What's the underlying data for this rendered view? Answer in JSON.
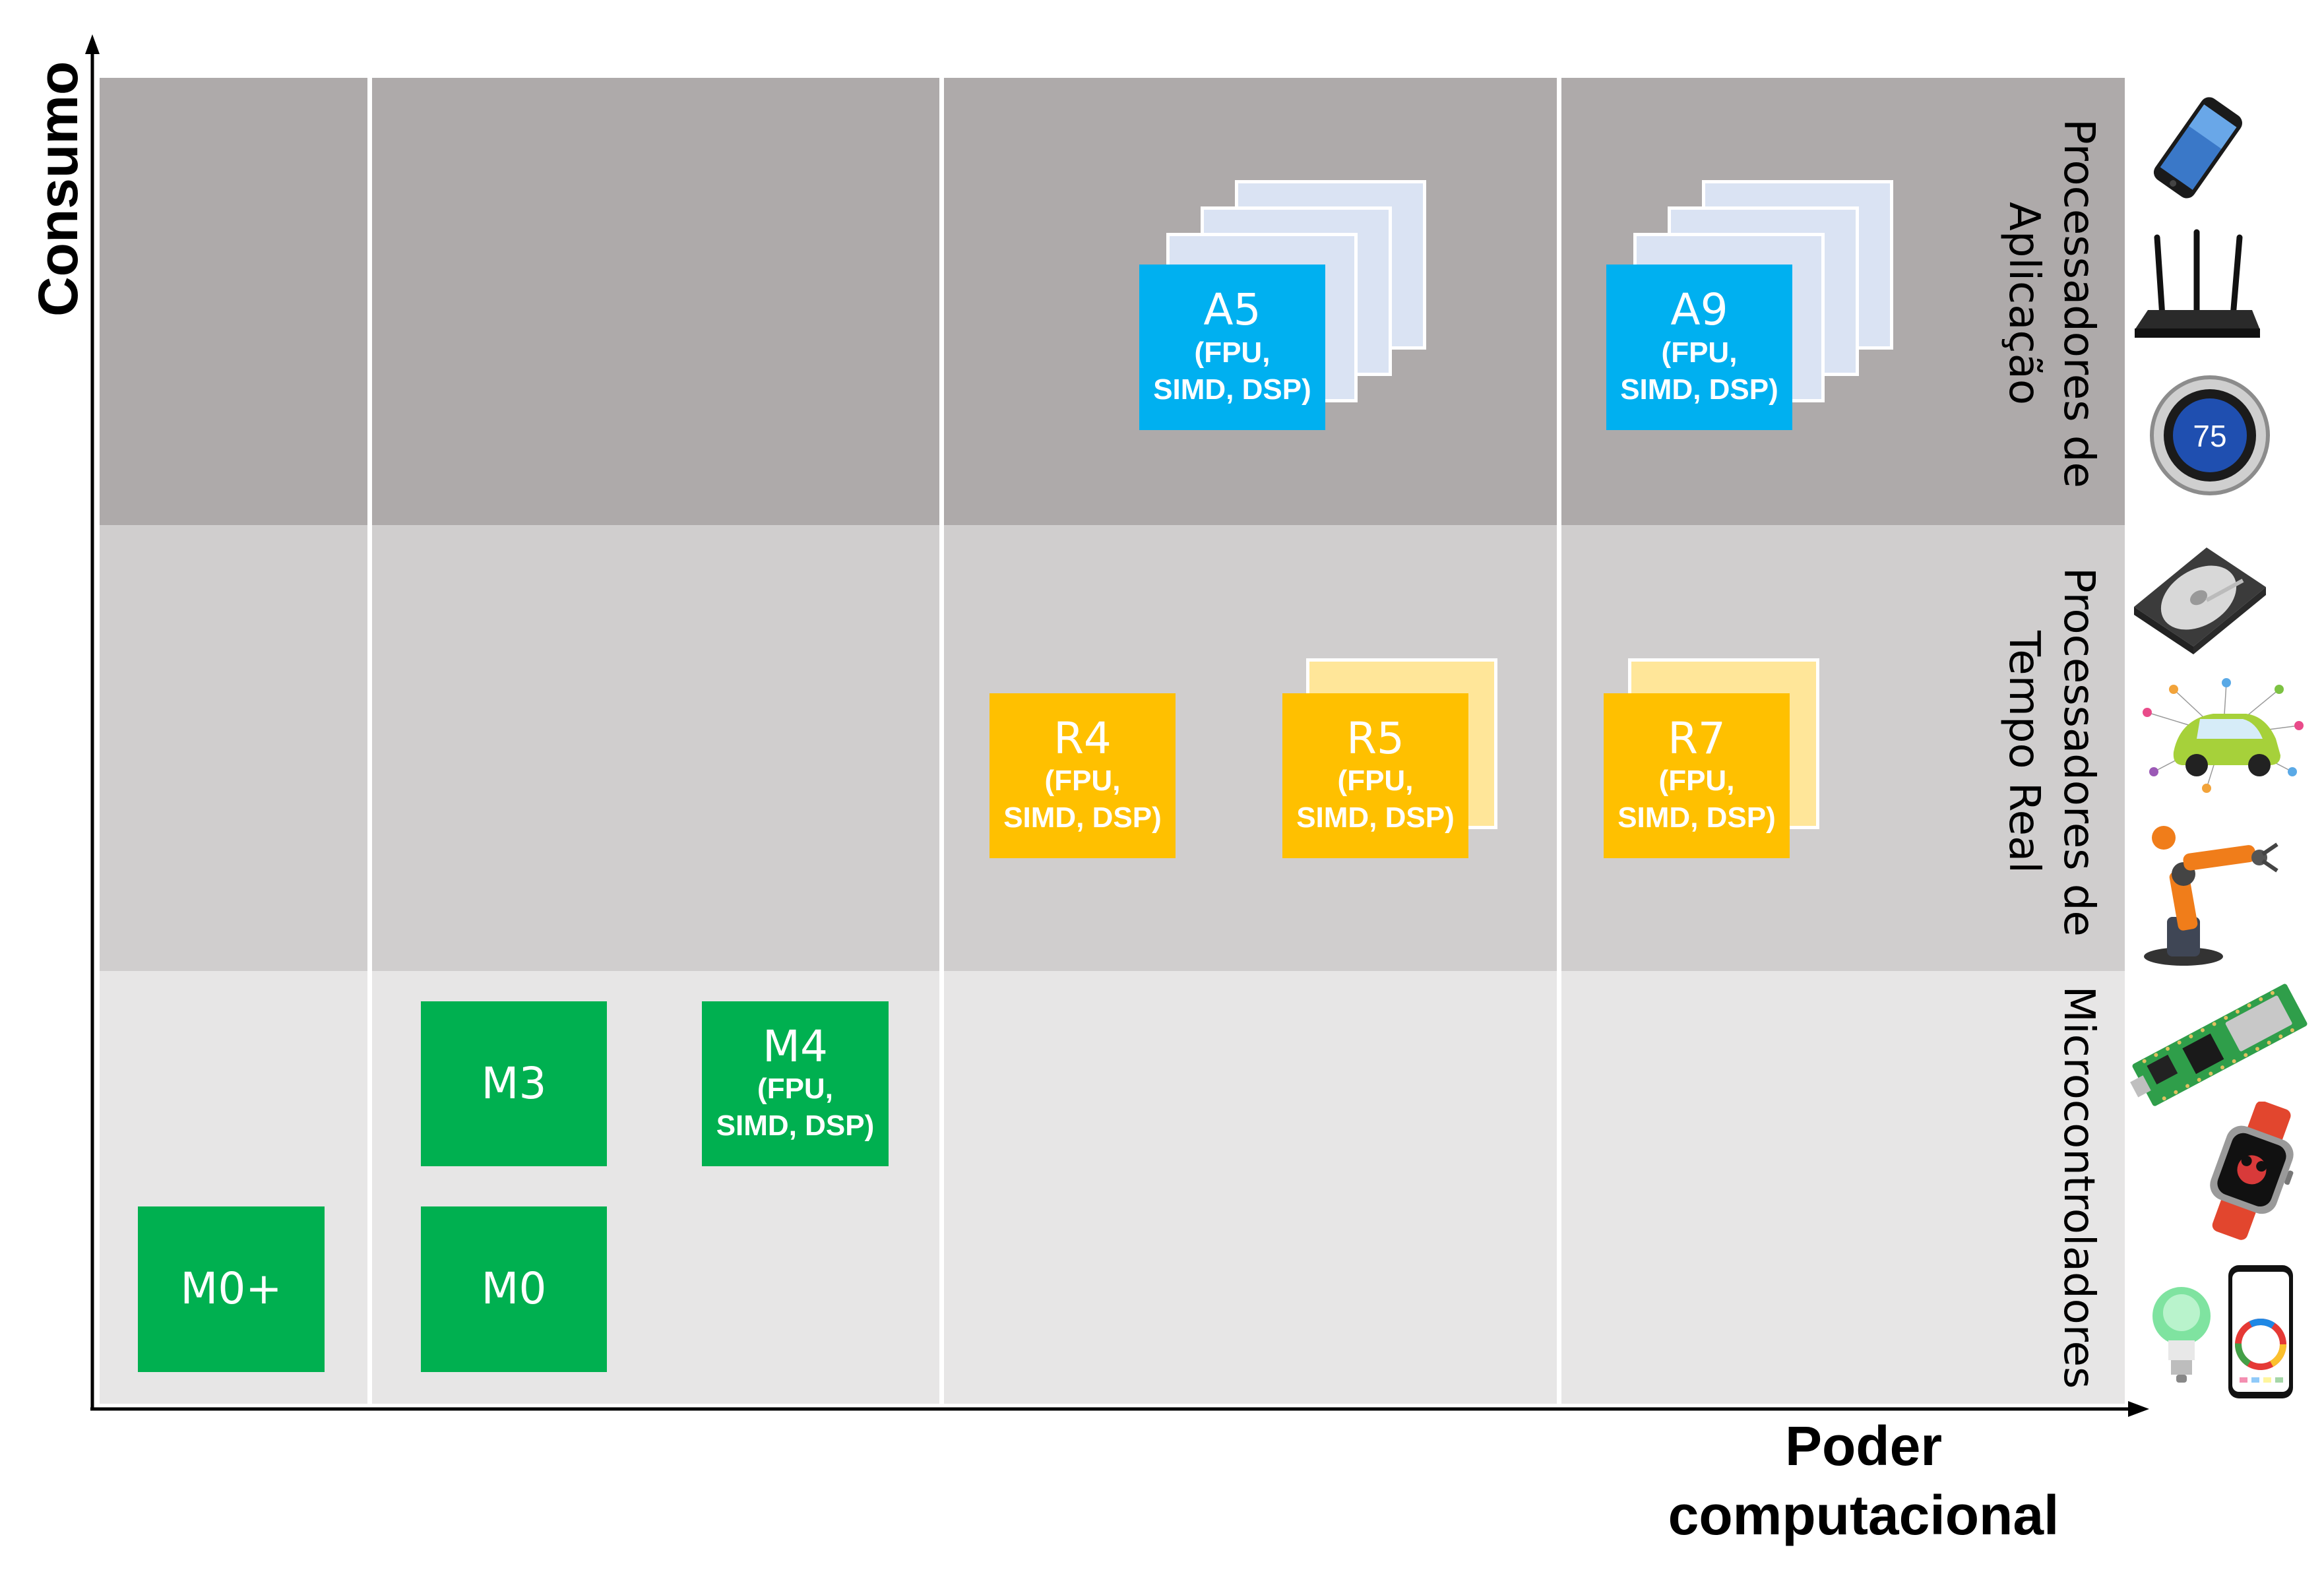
{
  "axes": {
    "y_label": "Consumo",
    "x_label_line1": "Poder",
    "x_label_line2": "computacional"
  },
  "rows": [
    {
      "label_line1": "Processadores de",
      "label_line2": "Aplicação",
      "color": "#aeaaaa"
    },
    {
      "label_line1": "Processadores de",
      "label_line2": "Tempo Real",
      "color": "#d0cece"
    },
    {
      "label_line1": "Microcontroladores",
      "label_line2": "",
      "color": "#e7e6e6"
    }
  ],
  "cores": {
    "a5": {
      "name": "A5",
      "features_line1": "(FPU,",
      "features_line2": "SIMD, DSP)",
      "color": "#00b0f0"
    },
    "a9": {
      "name": "A9",
      "features_line1": "(FPU,",
      "features_line2": "SIMD, DSP)",
      "color": "#00b0f0"
    },
    "r4": {
      "name": "R4",
      "features_line1": "(FPU,",
      "features_line2": "SIMD, DSP)",
      "color": "#ffc000"
    },
    "r5": {
      "name": "R5",
      "features_line1": "(FPU,",
      "features_line2": "SIMD, DSP)",
      "color": "#ffc000"
    },
    "r7": {
      "name": "R7",
      "features_line1": "(FPU,",
      "features_line2": "SIMD, DSP)",
      "color": "#ffc000"
    },
    "m3": {
      "name": "M3",
      "color": "#00b050"
    },
    "m4": {
      "name": "M4",
      "features_line1": "(FPU,",
      "features_line2": "SIMD, DSP)",
      "color": "#00b050"
    },
    "m0plus": {
      "name": "M0+",
      "color": "#00b050"
    },
    "m0": {
      "name": "M0",
      "color": "#00b050"
    }
  },
  "thermostat_display": "75",
  "icons": [
    "smartphone-icon",
    "wifi-router-icon",
    "thermostat-icon",
    "hard-drive-icon",
    "connected-car-icon",
    "robotic-arm-icon",
    "microcontroller-board-icon",
    "smartwatch-icon",
    "smart-bulb-app-icon"
  ]
}
